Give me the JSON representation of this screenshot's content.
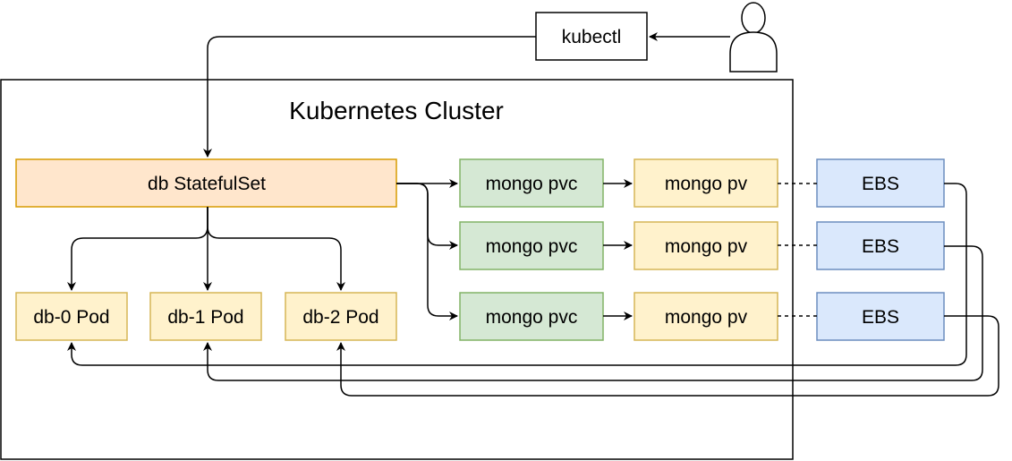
{
  "diagram": {
    "cluster_title": "Kubernetes Cluster",
    "kubectl_label": "kubectl",
    "statefulset_label": "db StatefulSet",
    "pods": [
      "db-0 Pod",
      "db-1 Pod",
      "db-2 Pod"
    ],
    "pvcs": [
      "mongo pvc",
      "mongo pvc",
      "mongo pvc"
    ],
    "pvs": [
      "mongo pv",
      "mongo pv",
      "mongo pv"
    ],
    "ebs": [
      "EBS",
      "EBS",
      "EBS"
    ]
  },
  "colors": {
    "statefulset_fill": "#ffe6cc",
    "statefulset_stroke": "#d79b00",
    "pod_fill": "#fff2cc",
    "pod_stroke": "#d6b656",
    "pvc_fill": "#d5e8d4",
    "pvc_stroke": "#82b366",
    "pv_fill": "#fff2cc",
    "pv_stroke": "#d6b656",
    "ebs_fill": "#dae8fc",
    "ebs_stroke": "#6c8ebf"
  }
}
